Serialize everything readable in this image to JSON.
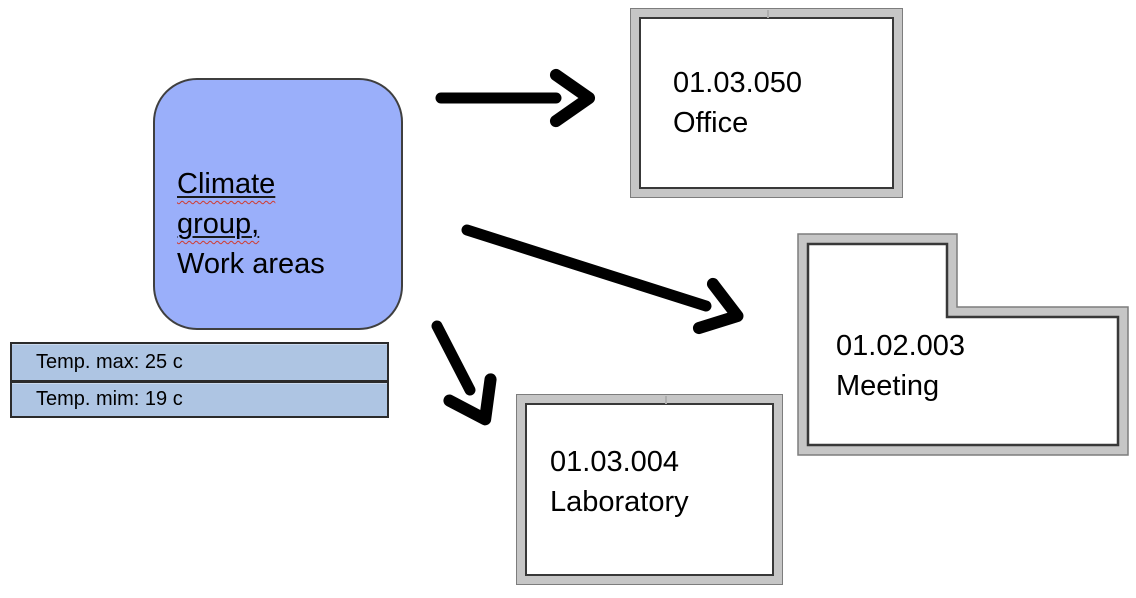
{
  "diagram": {
    "source_node": {
      "lines": [
        "Climate",
        "group,",
        "Work areas"
      ]
    },
    "temperature_table": {
      "rows": [
        {
          "label": "Temp. max: 25 c"
        },
        {
          "label": "Temp. mim: 19 c"
        }
      ]
    },
    "rooms": [
      {
        "id": "01.03.050",
        "name": "Office"
      },
      {
        "id": "01.02.003",
        "name": "Meeting"
      },
      {
        "id": "01.03.004",
        "name": "Laboratory"
      }
    ],
    "colors": {
      "node_fill": "#9aaffa",
      "node_border": "#3f3f3f",
      "table_fill": "#aec5e3",
      "table_border": "#2b2b2b",
      "wall_band": "#c6c6c6",
      "wall_outer_edge": "#7d7d7d",
      "wall_inner_edge": "#383838",
      "room_fill": "#ffffff",
      "arrow": "#000000",
      "misspell_underline": "#d23a2e",
      "text": "#000000"
    }
  }
}
